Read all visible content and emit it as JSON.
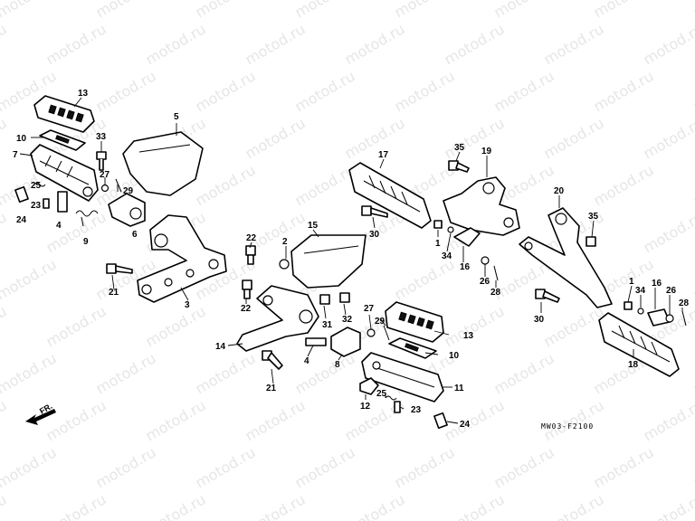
{
  "watermark_text": "motod.ru",
  "diagram_code": "MW03-F2100",
  "direction_label": "FR.",
  "callouts": [
    "13",
    "10",
    "7",
    "33",
    "27",
    "29",
    "25",
    "23",
    "24",
    "4",
    "9",
    "6",
    "5",
    "21",
    "3",
    "22",
    "2",
    "15",
    "22",
    "31",
    "32",
    "14",
    "4",
    "8",
    "21",
    "17",
    "30",
    "35",
    "19",
    "1",
    "34",
    "16",
    "26",
    "28",
    "20",
    "35",
    "30",
    "1",
    "34",
    "16",
    "26",
    "28",
    "18",
    "27",
    "29",
    "13",
    "10",
    "11",
    "25",
    "12",
    "23",
    "24"
  ]
}
